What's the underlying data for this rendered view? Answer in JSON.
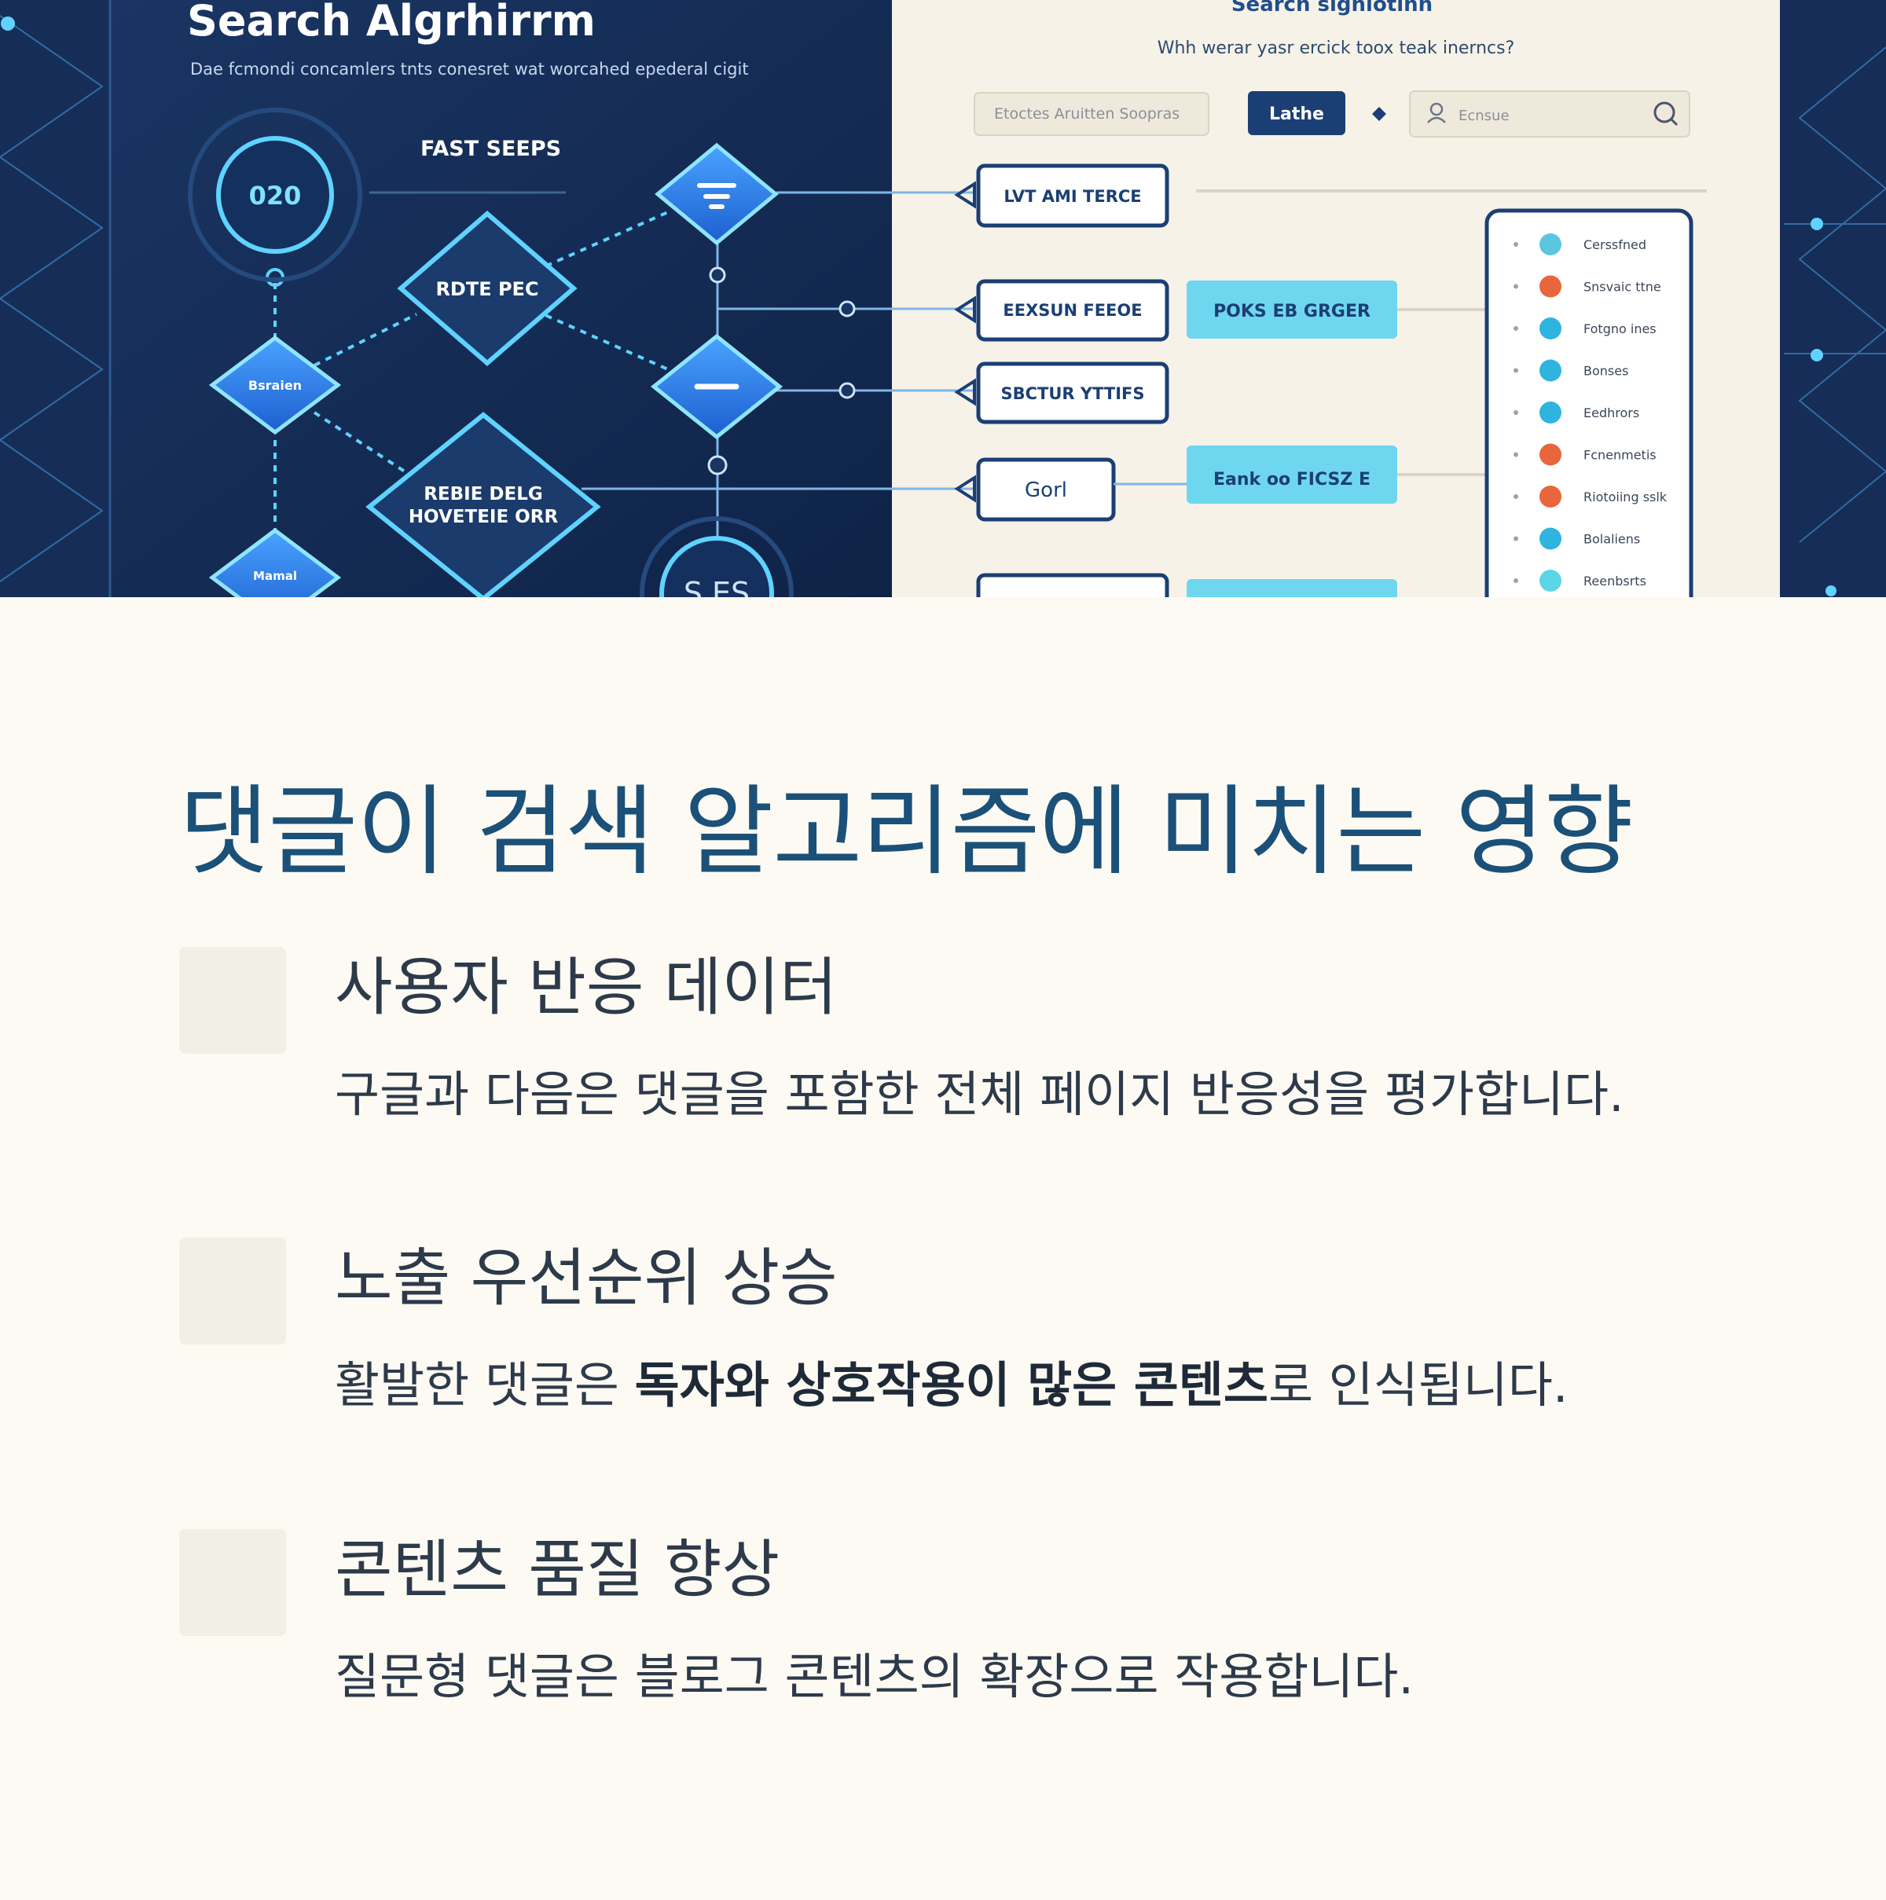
{
  "hero": {
    "left_panel": {
      "title": "Search Algrhirrm",
      "subtitle": "Dae fcmondi concamlers tnts conesret wat worcahed epederal cigit",
      "fast_steps": "FAST SEEPS",
      "counter": "020",
      "node_rdte": "RDTE PEC",
      "node_baralen": "Bsraien",
      "node_rebie_line1": "REBIE DELG",
      "node_rebie_line2": "HOVETEIE ORR",
      "node_mamal": "Mamal",
      "node_ses": "S ES"
    },
    "right_panel": {
      "title": "Search signlotinn",
      "subtitle": "Whh werar yasr ercick toox teak inerncs?",
      "filter_input": "Etoctes Aruitten Soopras",
      "lathe_button": "Lathe",
      "search_placeholder": "Ecnsue",
      "box_1": "LVT AMI TERCE",
      "box_2": "EEXSUN FEEOE",
      "box_3": "SBCTUR YTTIFS",
      "box_4": "Gorl",
      "tag_1": "POKS EB GRGER",
      "tag_2": "Eank oo FICSZ E",
      "list": [
        {
          "label": "Cerssfned",
          "color": "#5cc6e0"
        },
        {
          "label": "Snsvaic ttne",
          "color": "#e8663c"
        },
        {
          "label": "Fotgno ines",
          "color": "#2fb3df"
        },
        {
          "label": "Bonses",
          "color": "#2fb3df"
        },
        {
          "label": "Eedhrors",
          "color": "#2fb3df"
        },
        {
          "label": "Fcnenmetis",
          "color": "#e8663c"
        },
        {
          "label": "Riotoiing sslk",
          "color": "#e8663c"
        },
        {
          "label": "Bolaliens",
          "color": "#2fb3df"
        },
        {
          "label": "Reenbsrts",
          "color": "#5ad6e6"
        }
      ]
    }
  },
  "article": {
    "title": "댓글이 검색 알고리즘에 미치는 영향",
    "items": [
      {
        "title": "사용자 반응 데이터",
        "desc": "구글과 다음은 댓글을 포함한 전체 페이지 반응성을 평가합니다."
      },
      {
        "title": "노출 우선순위 상승",
        "desc_before": "활발한 댓글은 ",
        "desc_bold": "독자와 상호작용이 많은 콘텐츠",
        "desc_after": "로 인식됩니다."
      },
      {
        "title": "콘텐츠 품질 향상",
        "desc": "질문형 댓글은 블로그 콘텐츠의 확장으로 작용합니다."
      }
    ]
  }
}
